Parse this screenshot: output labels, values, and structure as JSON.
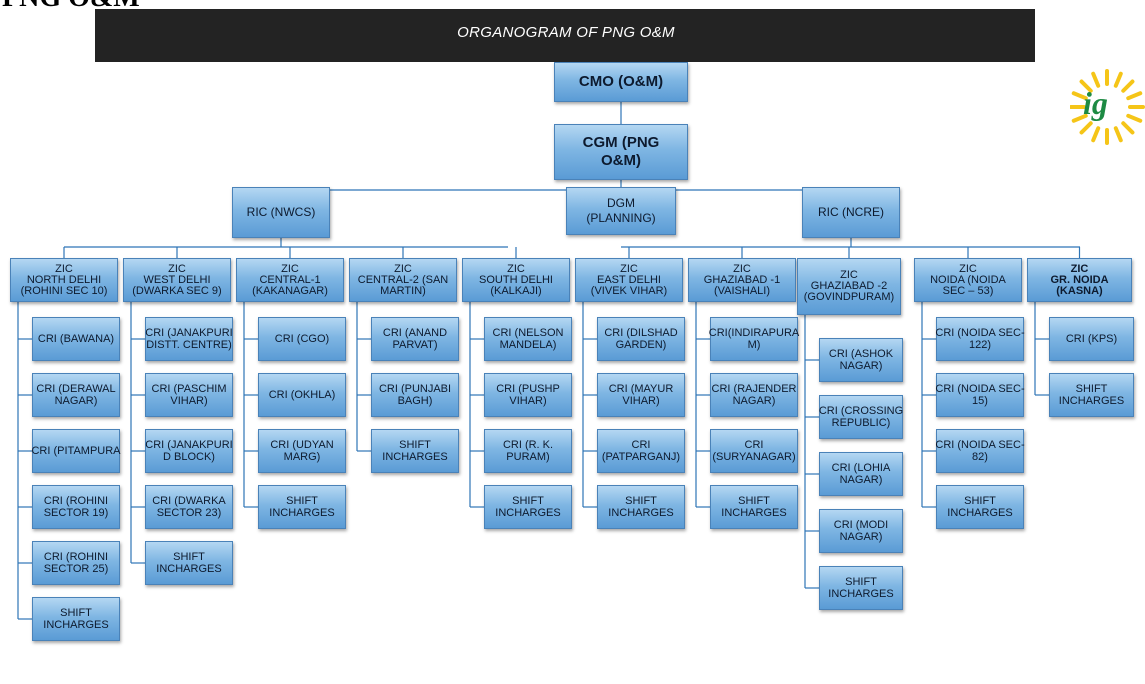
{
  "page_title": "PNG O&M",
  "banner": "ORGANOGRAM OF PNG O&M",
  "logo": {
    "icon": "igl-sun-logo",
    "text": "ig"
  },
  "colors": {
    "box_top": "#b4d7f2",
    "box_bottom": "#5a9bd5",
    "border": "#4a82b8",
    "line": "#2e75b6",
    "banner": "#232323"
  },
  "nodes": {
    "cmo": {
      "lines": [
        "CMO (O&M)"
      ]
    },
    "cgm": {
      "lines": [
        "CGM (PNG",
        "O&M)"
      ]
    },
    "ric_nwcs": {
      "lines": [
        "RIC (NWCS)"
      ]
    },
    "dgm": {
      "lines": [
        "DGM",
        "(PLANNING)"
      ]
    },
    "ric_ncre": {
      "lines": [
        "RIC (NCRE)"
      ]
    }
  },
  "zones": [
    {
      "head": [
        "ZIC",
        "NORTH DELHI",
        "(ROHINI SEC 10)"
      ],
      "items": [
        [
          "CRI (BAWANA)"
        ],
        [
          "CRI (DERAWAL",
          "NAGAR)"
        ],
        [
          "CRI (PITAMPURA"
        ],
        [
          "CRI (ROHINI",
          "SECTOR 19)"
        ],
        [
          "CRI (ROHINI",
          "SECTOR 25)"
        ],
        [
          "SHIFT",
          "INCHARGES"
        ]
      ]
    },
    {
      "head": [
        "ZIC",
        "WEST DELHI",
        "(DWARKA SEC 9)"
      ],
      "items": [
        [
          "CRI (JANAKPURI",
          "DISTT. CENTRE)"
        ],
        [
          "CRI (PASCHIM",
          "VIHAR)"
        ],
        [
          "CRI (JANAKPURI",
          "D BLOCK)"
        ],
        [
          "CRI (DWARKA",
          "SECTOR 23)"
        ],
        [
          "SHIFT",
          "INCHARGES"
        ]
      ]
    },
    {
      "head": [
        "ZIC",
        "CENTRAL-1",
        "(KAKANAGAR)"
      ],
      "items": [
        [
          "CRI (CGO)"
        ],
        [
          "CRI (OKHLA)"
        ],
        [
          "CRI (UDYAN",
          "MARG)"
        ],
        [
          "SHIFT",
          "INCHARGES"
        ]
      ]
    },
    {
      "head": [
        "ZIC",
        "CENTRAL-2 (SAN",
        "MARTIN)"
      ],
      "items": [
        [
          "CRI (ANAND",
          "PARVAT)"
        ],
        [
          "CRI (PUNJABI",
          "BAGH)"
        ],
        [
          "SHIFT",
          "INCHARGES"
        ]
      ]
    },
    {
      "head": [
        "ZIC",
        "SOUTH DELHI",
        "(KALKAJI)"
      ],
      "items": [
        [
          "CRI (NELSON",
          "MANDELA)"
        ],
        [
          "CRI (PUSHP",
          "VIHAR)"
        ],
        [
          "CRI (R. K.",
          "PURAM)"
        ],
        [
          "SHIFT",
          "INCHARGES"
        ]
      ]
    },
    {
      "head": [
        "ZIC",
        "EAST DELHI",
        "(VIVEK VIHAR)"
      ],
      "items": [
        [
          "CRI (DILSHAD",
          "GARDEN)"
        ],
        [
          "CRI (MAYUR",
          "VIHAR)"
        ],
        [
          "CRI",
          "(PATPARGANJ)"
        ],
        [
          "SHIFT",
          "INCHARGES"
        ]
      ]
    },
    {
      "head": [
        "ZIC",
        "GHAZIABAD -1",
        "(VAISHALI)"
      ],
      "items": [
        [
          "CRI(INDIRAPURA",
          "M)"
        ],
        [
          "CRI (RAJENDER",
          "NAGAR)"
        ],
        [
          "CRI",
          "(SURYANAGAR)"
        ],
        [
          "SHIFT",
          "INCHARGES"
        ]
      ]
    },
    {
      "head": [
        "ZIC",
        "GHAZIABAD -2",
        "(GOVINDPURAM)"
      ],
      "items": [
        [
          "CRI (ASHOK",
          "NAGAR)"
        ],
        [
          "CRI (CROSSING",
          "REPUBLIC)"
        ],
        [
          "CRI (LOHIA",
          "NAGAR)"
        ],
        [
          "CRI (MODI",
          "NAGAR)"
        ],
        [
          "SHIFT",
          "INCHARGES"
        ]
      ]
    },
    {
      "head": [
        "ZIC",
        "NOIDA (NOIDA",
        "SEC – 53)"
      ],
      "items": [
        [
          "CRI (NOIDA SEC-",
          "122)"
        ],
        [
          "CRI (NOIDA SEC-",
          "15)"
        ],
        [
          "CRI (NOIDA SEC-",
          "82)"
        ],
        [
          "SHIFT",
          "INCHARGES"
        ]
      ]
    },
    {
      "head": [
        "ZIC",
        "GR. NOIDA",
        "(KASNA)"
      ],
      "items": [
        [
          "CRI (KPS)"
        ],
        [
          "SHIFT",
          "INCHARGES"
        ]
      ]
    }
  ]
}
